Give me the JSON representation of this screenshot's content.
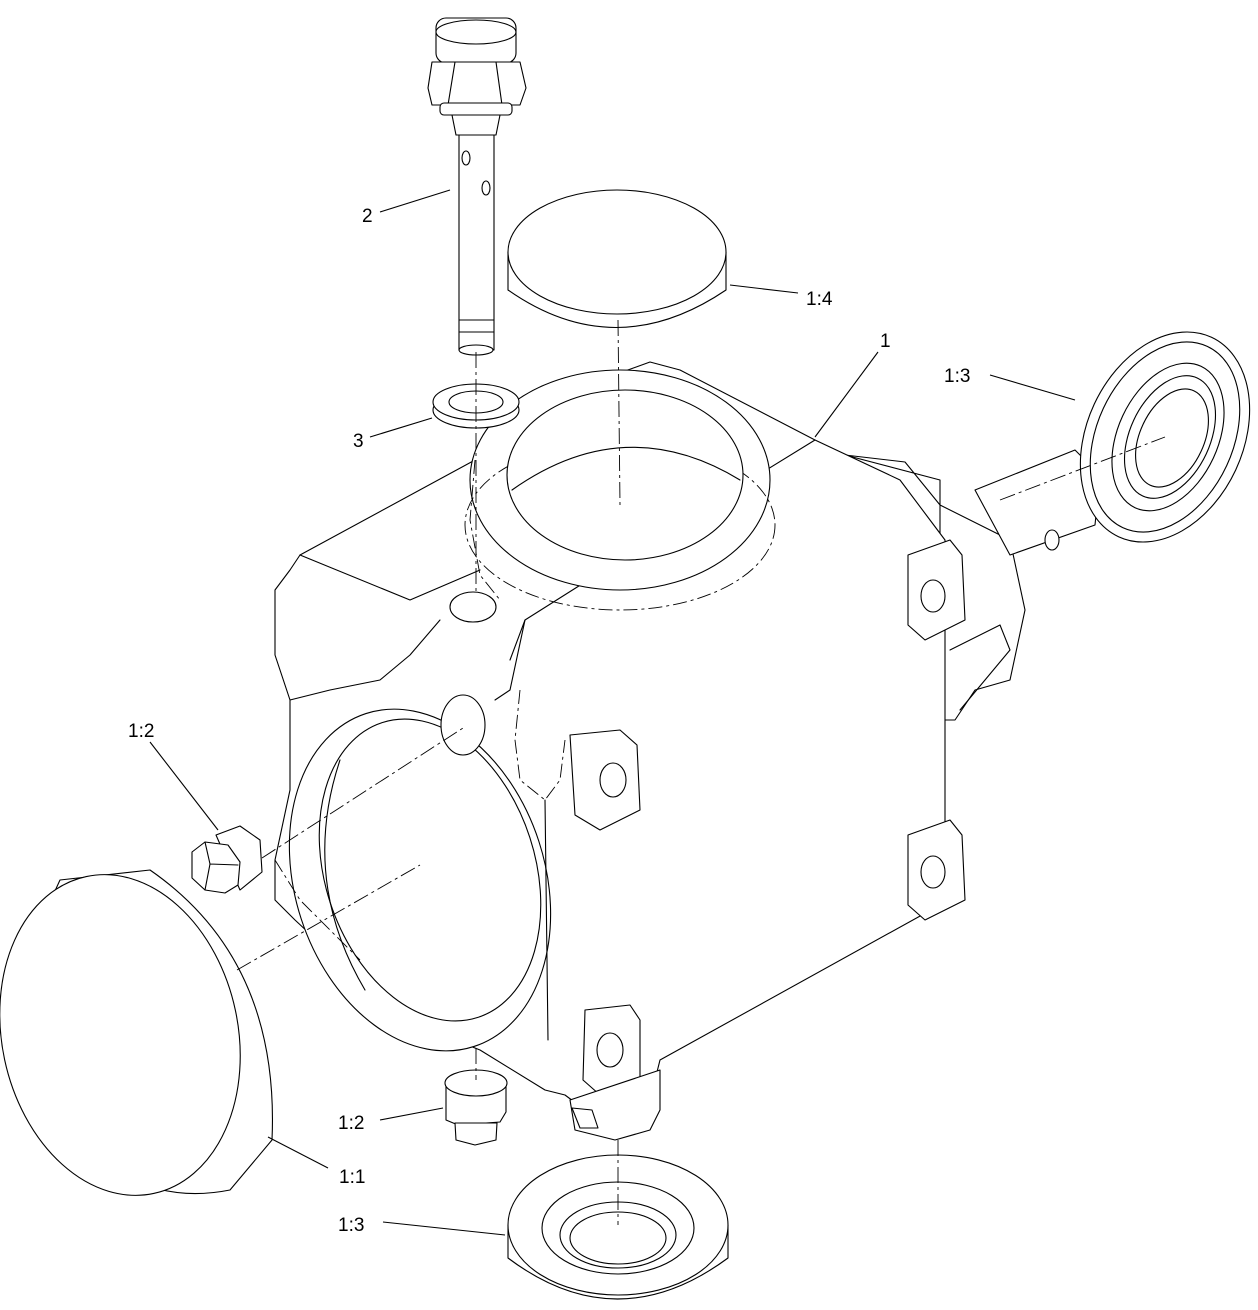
{
  "callouts": {
    "main_housing": "1",
    "cap_front_left": "1:1",
    "plug_left": "1:2",
    "plug_bottom": "1:2",
    "seal_right": "1:3",
    "seal_bottom": "1:3",
    "cap_top": "1:4",
    "dipstick": "2",
    "washer": "3"
  }
}
